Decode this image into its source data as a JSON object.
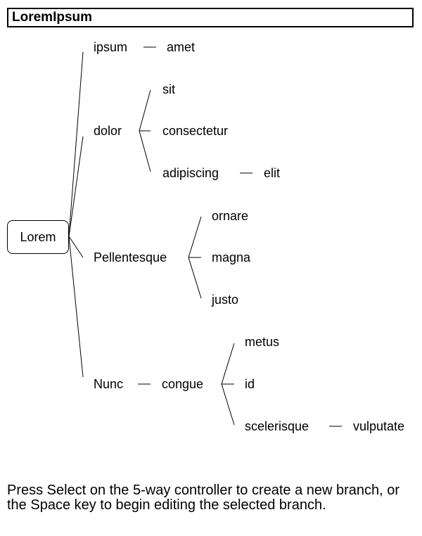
{
  "header": {
    "title": "LoremIpsum"
  },
  "tree": {
    "root": "Lorem",
    "branches": [
      {
        "label": "ipsum",
        "link": "amet"
      },
      {
        "label": "dolor",
        "children": [
          {
            "label": "sit"
          },
          {
            "label": "consectetur"
          },
          {
            "label": "adipiscing",
            "link": "elit"
          }
        ]
      },
      {
        "label": "Pellentesque",
        "children": [
          {
            "label": "ornare"
          },
          {
            "label": "magna"
          },
          {
            "label": "justo"
          }
        ]
      },
      {
        "label": "Nunc",
        "link": "congue",
        "children": [
          {
            "label": "metus"
          },
          {
            "label": "id"
          },
          {
            "label": "scelerisque",
            "link": "vulputate"
          }
        ]
      }
    ]
  },
  "footer": {
    "instructions": "Press Select on the 5-way controller to create a new branch, or the Space key to begin editing the selected branch."
  }
}
